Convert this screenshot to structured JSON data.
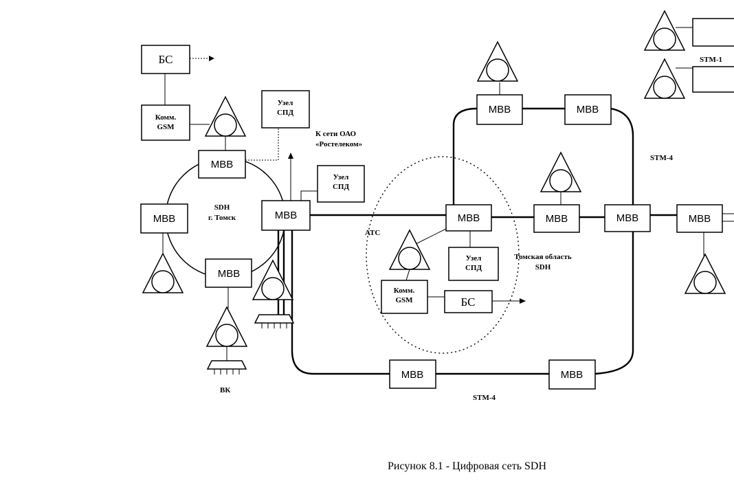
{
  "mbb_label": "MBB",
  "bs_label": "БС",
  "node_spd": [
    "Узел",
    "СПД"
  ],
  "comm_gsm": [
    "Комм.",
    "GSM"
  ],
  "ring_city": [
    "SDH",
    "г. Томск"
  ],
  "rostelecom": [
    "К сети ОАО",
    "«Ростелеком»"
  ],
  "atc_label": "АТС",
  "region": [
    "Томская область",
    "SDH"
  ],
  "stm1_label": "STM-1",
  "stm4_label": "STM-4",
  "vk_label": "ВК",
  "caption": "Рисунок 8.1 - Цифровая сеть SDH"
}
